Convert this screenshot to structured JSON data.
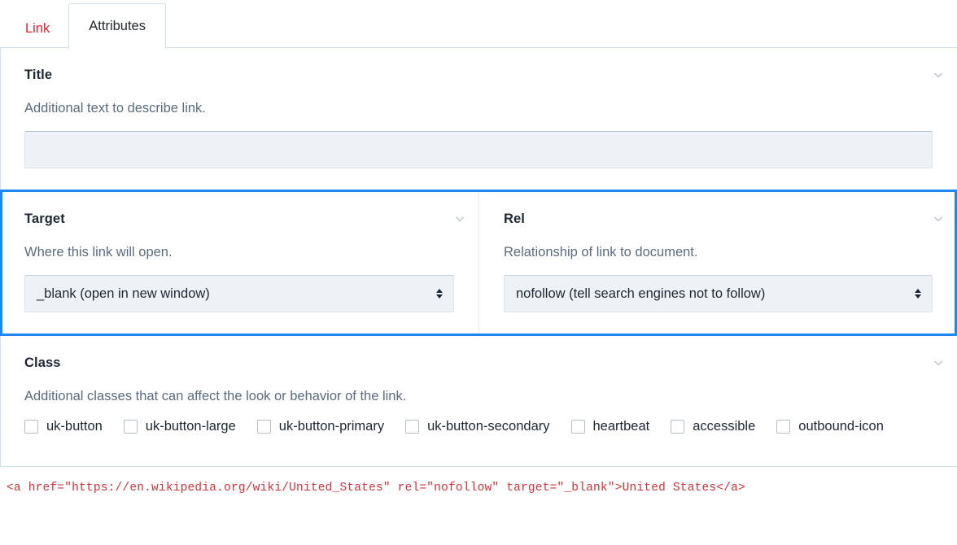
{
  "tabs": [
    {
      "label": "Link",
      "active": false,
      "state": "error"
    },
    {
      "label": "Attributes",
      "active": true,
      "state": "normal"
    }
  ],
  "sections": {
    "title": {
      "heading": "Title",
      "description": "Additional text to describe link.",
      "input_value": "",
      "input_placeholder": "",
      "collapse_icon": "chevron-down-icon"
    },
    "target": {
      "heading": "Target",
      "description": "Where this link will open.",
      "selected_option": "_blank (open in new window)",
      "collapse_icon": "chevron-down-icon"
    },
    "rel": {
      "heading": "Rel",
      "description": "Relationship of link to document.",
      "selected_option": "nofollow (tell search engines not to follow)",
      "collapse_icon": "chevron-down-icon"
    },
    "class": {
      "heading": "Class",
      "description": "Additional classes that can affect the look or behavior of the link.",
      "collapse_icon": "chevron-down-icon",
      "checkboxes": [
        {
          "label": "uk-button",
          "checked": false
        },
        {
          "label": "uk-button-large",
          "checked": false
        },
        {
          "label": "uk-button-primary",
          "checked": false
        },
        {
          "label": "uk-button-secondary",
          "checked": false
        },
        {
          "label": "heartbeat",
          "checked": false
        },
        {
          "label": "accessible",
          "checked": false
        },
        {
          "label": "outbound-icon",
          "checked": false
        }
      ]
    }
  },
  "code_preview": {
    "markup": "<a href=\"https://en.wikipedia.org/wiki/United_States\" rel=\"nofollow\" target=\"_blank\">United States</a>"
  },
  "colors": {
    "highlight_border": "#1e87f0",
    "tab_error_text": "#e8222f",
    "code_text": "#d8323c",
    "input_fill": "#eef1f5",
    "panel_border": "#cfe0ef"
  }
}
